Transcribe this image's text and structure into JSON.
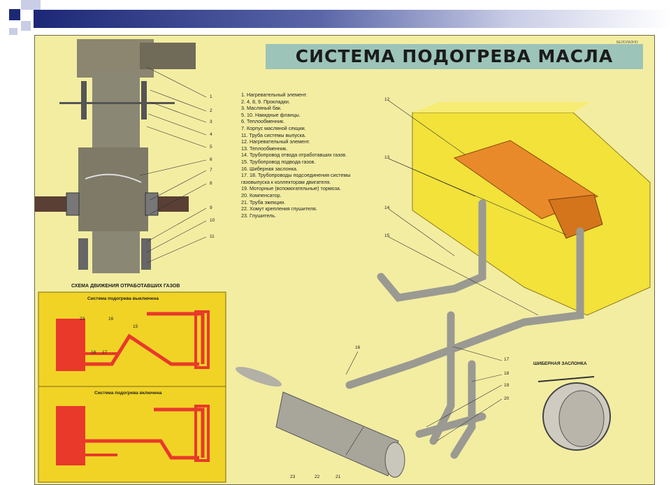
{
  "slide": {
    "colors": {
      "accent_dark": "#1c2876",
      "accent_mid": "#5a66a8",
      "accent_light": "#c9cde6",
      "poster_bg": "#f3eda2",
      "exhaust_red": "#e8392b",
      "yellow": "#f1d326",
      "heater_orange": "#e98a2a"
    }
  },
  "poster": {
    "title": "СИСТЕМА ПОДОГРЕВА МАСЛА",
    "top_right_note": "БЕЛОЛАЗНО",
    "legend": [
      "1. Нагревательный элемент.",
      "2. 4, 8, 9. Прокладки.",
      "3. Масляный бак.",
      "5. 10. Накидные фланцы.",
      "6. Теплообменник.",
      "7. Корпус масляной секции.",
      "11. Труба системы выпуска.",
      "12. Нагревательный элемент.",
      "13. Теплообменник.",
      "14. Трубопровод отвода отработавших газов.",
      "15. Трубопровод подвода газов.",
      "16. Шиберная заслонка.",
      "17. 18. Трубопроводы подсоединения системы газовыпуска к коллекторам двигателя.",
      "19. Моторные (вспомогательные) тормоза.",
      "20. Компенсатор.",
      "21. Труба эжекции.",
      "22. Хомут крепления глушителя.",
      "23. Глушитель."
    ],
    "left_callouts": [
      "1",
      "2",
      "3",
      "4",
      "5",
      "6",
      "7",
      "8",
      "9",
      "10",
      "11"
    ],
    "scheme_title": "СХЕМА ДВИЖЕНИЯ ОТРАБОТАВШИХ ГАЗОВ",
    "scheme_off_label": "Система подогрева выключена",
    "scheme_on_label": "Система подогрева включена",
    "scheme_off_callouts": [
      "23",
      "16",
      "15",
      "18",
      "17"
    ],
    "main_callouts": [
      "12",
      "13",
      "14",
      "15",
      "16",
      "17",
      "18",
      "19",
      "20",
      "21",
      "22",
      "23"
    ],
    "damper_title": "ШИБЕРНАЯ ЗАСЛОНКА"
  }
}
